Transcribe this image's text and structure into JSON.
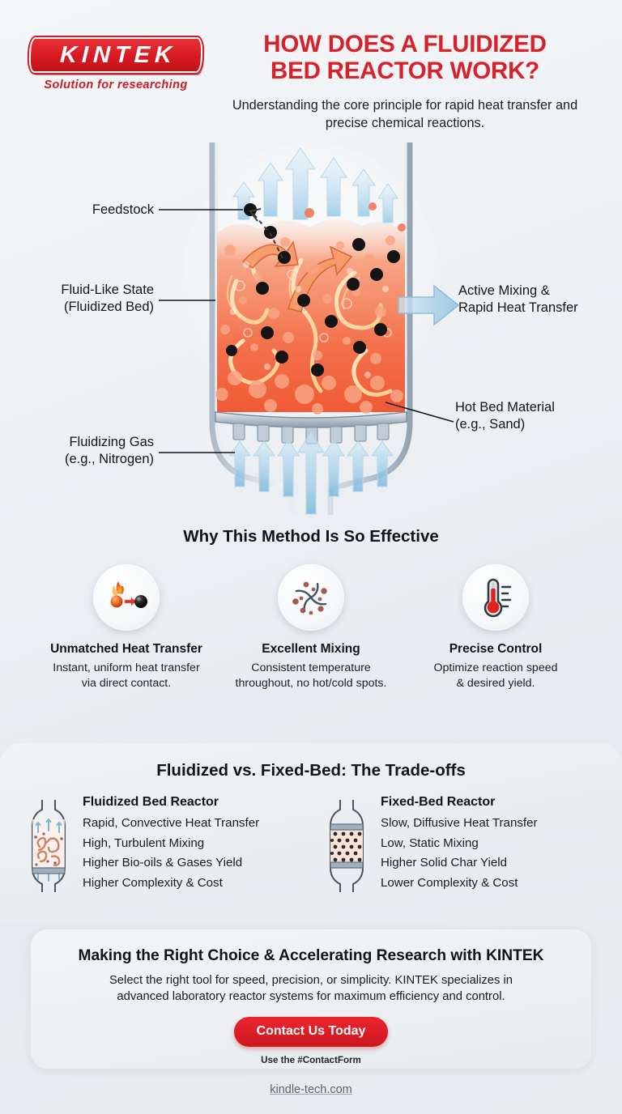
{
  "brand": {
    "logo_word": "KINTEK",
    "logo_tagline": "Solution for researching",
    "accent_red": "#d8222b"
  },
  "header": {
    "title_line1": "HOW DOES A FLUIDIZED",
    "title_line2": "BED REACTOR WORK?",
    "subtitle": "Understanding the core principle for rapid heat transfer and precise chemical reactions."
  },
  "diagram": {
    "labels": {
      "feedstock": "Feedstock",
      "fluid_state_l1": "Fluid-Like State",
      "fluid_state_l2": "(Fluidized Bed)",
      "fluidizing_gas_l1": "Fluidizing Gas",
      "fluidizing_gas_l2": "(e.g., Nitrogen)",
      "active_mixing_l1": "Active Mixing &",
      "active_mixing_l2": "Rapid Heat Transfer",
      "hot_bed_l1": "Hot Bed Material",
      "hot_bed_l2": "(e.g., Sand)"
    },
    "colors": {
      "gas_arrow": "#a8d3ea",
      "bed_hot": "#f4714c",
      "particle_dark": "#1a1a1a",
      "vessel_wall": "#9aa7b4"
    }
  },
  "why": {
    "heading": "Why This Method Is So Effective",
    "features": [
      {
        "icon": "flame-to-particle-icon",
        "title": "Unmatched Heat Transfer",
        "desc_l1": "Instant, uniform heat transfer",
        "desc_l2": "via direct contact."
      },
      {
        "icon": "swirl-mixing-icon",
        "title": "Excellent Mixing",
        "desc_l1": "Consistent temperature",
        "desc_l2": "throughout, no hot/cold spots."
      },
      {
        "icon": "thermometer-icon",
        "title": "Precise Control",
        "desc_l1": "Optimize reaction speed",
        "desc_l2": "& desired yield."
      }
    ]
  },
  "tradeoffs": {
    "heading": "Fluidized vs. Fixed-Bed: The Trade-offs",
    "columns": [
      {
        "icon": "fluidized-bed-reactor-icon",
        "title": "Fluidized Bed Reactor",
        "points": [
          "Rapid, Convective Heat Transfer",
          "High, Turbulent Mixing",
          "Higher Bio-oils & Gases Yield",
          "Higher Complexity & Cost"
        ]
      },
      {
        "icon": "fixed-bed-reactor-icon",
        "title": "Fixed-Bed Reactor",
        "points": [
          "Slow, Diffusive Heat Transfer",
          "Low, Static Mixing",
          "Higher Solid Char Yield",
          "Lower Complexity & Cost"
        ]
      }
    ]
  },
  "cta": {
    "heading": "Making the Right Choice & Accelerating Research with KINTEK",
    "body_l1": "Select the right tool for speed, precision, or simplicity. KINTEK specializes in",
    "body_l2": "advanced laboratory reactor systems for maximum efficiency and control.",
    "button_label": "Contact Us Today",
    "note": "Use the #ContactForm"
  },
  "footer": {
    "site": "kindle-tech.com"
  }
}
